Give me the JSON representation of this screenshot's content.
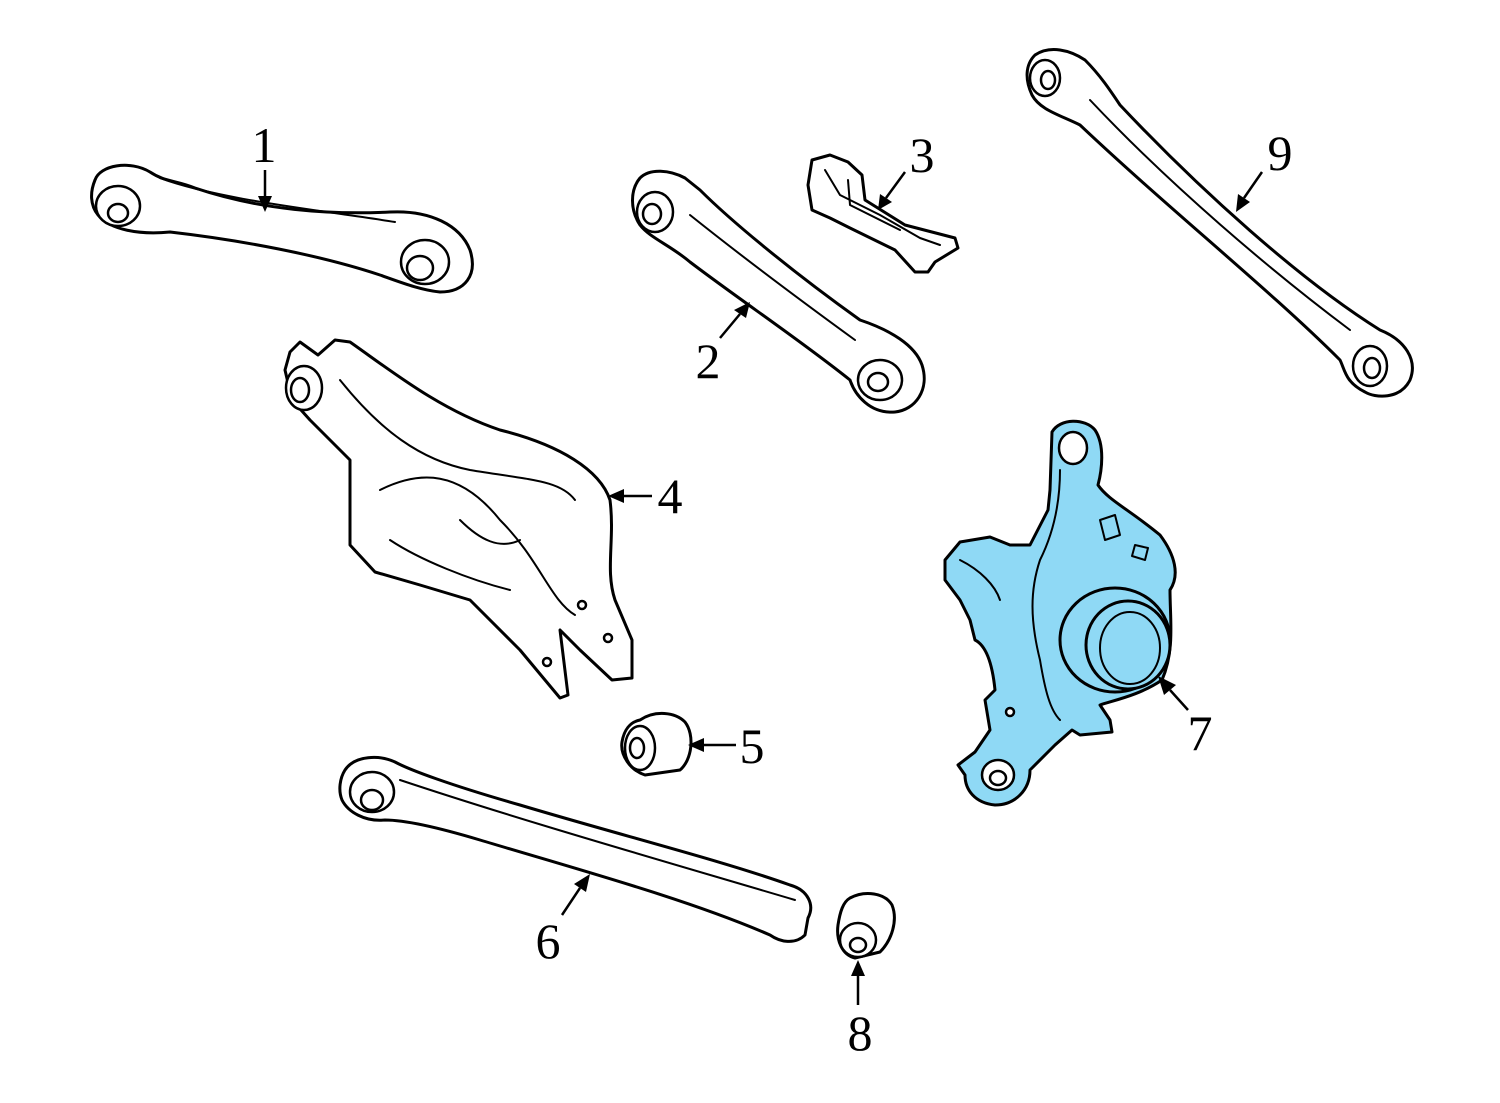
{
  "colors": {
    "highlight": "#8fd9f5",
    "line": "#000000",
    "background": "#ffffff"
  },
  "highlighted_part": "7",
  "callouts": [
    {
      "id": "1",
      "label": "1"
    },
    {
      "id": "2",
      "label": "2"
    },
    {
      "id": "3",
      "label": "3"
    },
    {
      "id": "4",
      "label": "4"
    },
    {
      "id": "5",
      "label": "5"
    },
    {
      "id": "6",
      "label": "6"
    },
    {
      "id": "7",
      "label": "7"
    },
    {
      "id": "8",
      "label": "8"
    },
    {
      "id": "9",
      "label": "9"
    }
  ]
}
